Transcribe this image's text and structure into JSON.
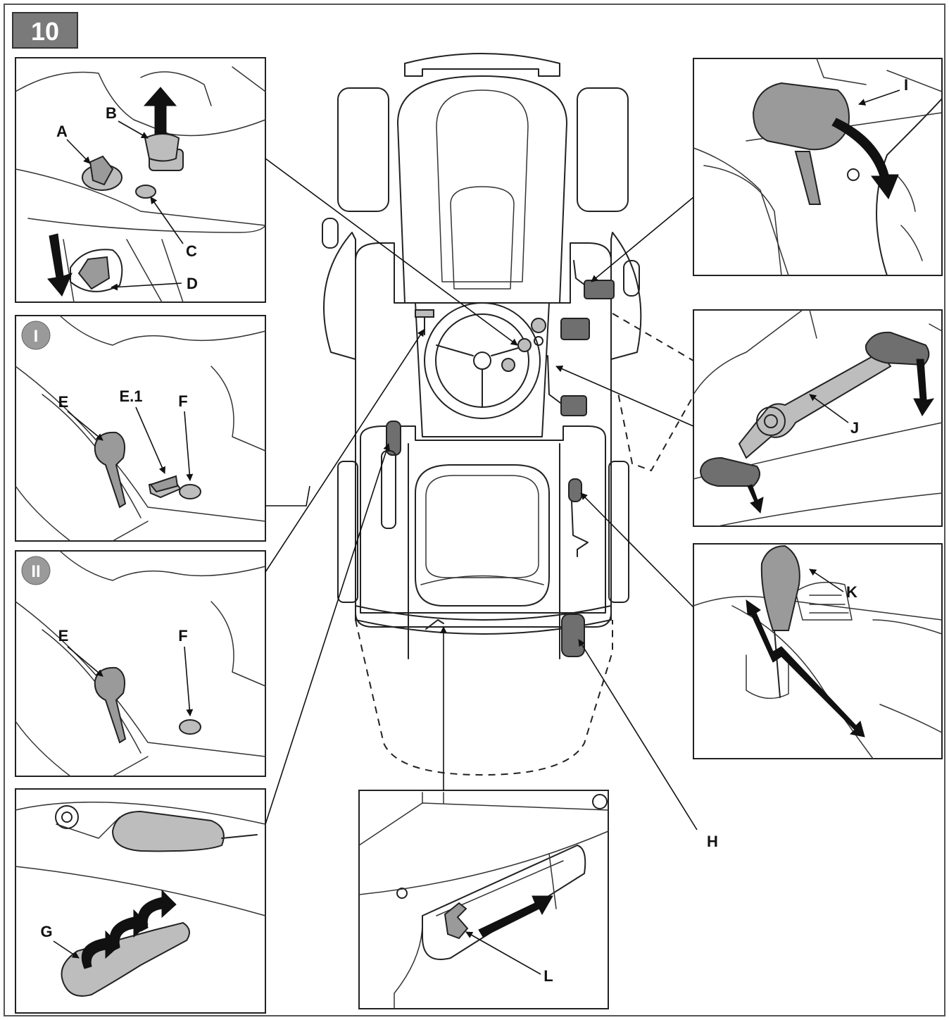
{
  "figure_number": "10",
  "variant_badges": {
    "variant_1": "I",
    "variant_2": "II"
  },
  "labels": {
    "A": "A",
    "B": "B",
    "C": "C",
    "D": "D",
    "E": "E",
    "E1": "E.1",
    "F": "F",
    "G": "G",
    "H": "H",
    "I": "I",
    "J": "J",
    "K": "K",
    "L": "L"
  },
  "colors": {
    "badge_fill": "#7a7a7a",
    "badge_text": "#ffffff",
    "part_grey": "#9a9a9a",
    "line": "#222222"
  }
}
